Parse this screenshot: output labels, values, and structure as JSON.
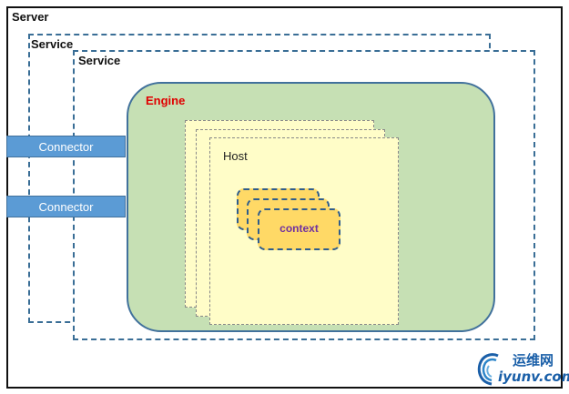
{
  "server": {
    "label": "Server"
  },
  "service_back": {
    "label": "Service"
  },
  "service_front": {
    "label": "Service"
  },
  "engine": {
    "label": "Engine"
  },
  "host": {
    "label": "Host"
  },
  "context": {
    "label": "context"
  },
  "connectors": [
    {
      "label": "Connector"
    },
    {
      "label": "Connector"
    }
  ],
  "watermark": {
    "cn": "运维网",
    "url": "iyunv.com"
  },
  "colors": {
    "engine_fill": "#c6e0b4",
    "engine_label": "#e00000",
    "host_fill": "#fffdc8",
    "context_fill": "#ffd966",
    "context_label": "#7030a0",
    "connector_fill": "#5b9bd5",
    "dashed_border": "#3a6e96"
  }
}
